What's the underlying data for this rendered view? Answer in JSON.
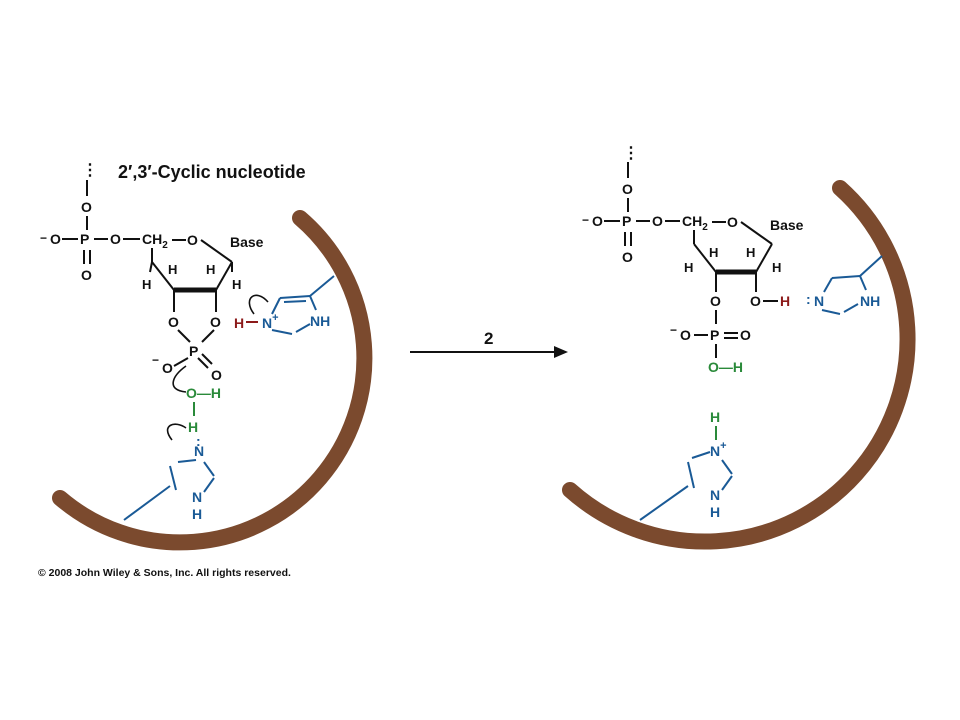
{
  "title": "2′,3′-Cyclic nucleotide",
  "step_label": "2",
  "copyright": "© 2008 John Wiley & Sons, Inc. All rights reserved.",
  "colors": {
    "enzyme_wall": "#7b4a2e",
    "histidine": "#1a5a96",
    "water": "#2a8a3a",
    "proton": "#8c1a1a",
    "text": "#111111"
  },
  "atoms": {
    "minus": "−",
    "O": "O",
    "P": "P",
    "CH2": "CH",
    "sub2": "2",
    "H": "H",
    "N": "N",
    "NH": "NH",
    "base": "Base",
    "OH": "O—H",
    "Nplus": "N",
    "plus": "+",
    "lone_pair": ":",
    "dots": "⋮"
  }
}
